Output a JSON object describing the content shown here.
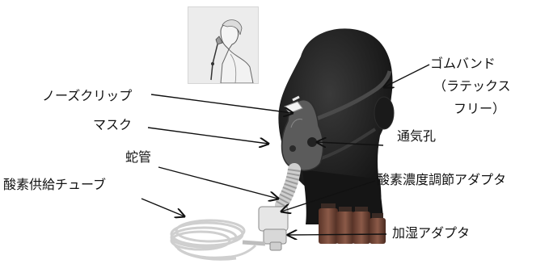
{
  "labels": {
    "nose_clip": "ノーズクリップ",
    "mask": "マスク",
    "tube": "蛇管",
    "oxygen_supply_tube": "酸素供給チューブ",
    "rubber_band": "ゴムバンド",
    "latex_free_line1": "（ラテックス",
    "latex_free_line2": "フリー）",
    "vent_hole": "通気孔",
    "concentration_adapter": "酸素濃度調節アダプタ",
    "humidifier_adapter": "加湿アダプタ"
  },
  "colors": {
    "head": "#1c1c1c",
    "mask": "#5b5b5b",
    "bottle_brown": "#7a4a3a",
    "tubing": "#d7d7d7",
    "arrow": "#111111"
  },
  "icons": [
    "nose-clip-illustration",
    "patient-sketch-inset"
  ]
}
